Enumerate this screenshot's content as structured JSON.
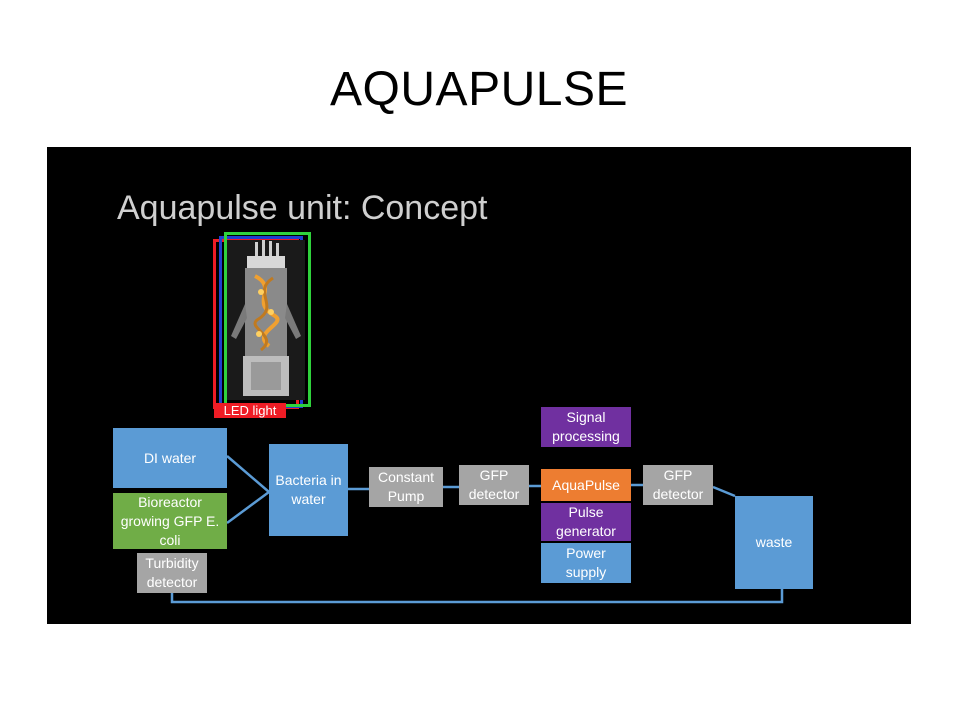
{
  "slide": {
    "title": "AQUAPULSE"
  },
  "panel": {
    "title": "Aquapulse unit: Concept",
    "led_label": "LED light"
  },
  "diagram": {
    "nodes": {
      "di_water": "DI water",
      "bioreactor": "Bioreactor growing GFP E. coli",
      "turbidity": "Turbidity detector",
      "bacteria": "Bacteria in water",
      "pump": "Constant Pump",
      "gfp1": "GFP detector",
      "signal": "Signal processing",
      "aquapulse": "AquaPulse",
      "pulse": "Pulse generator",
      "power": "Power supply",
      "gfp2": "GFP detector",
      "waste": "waste"
    }
  },
  "colors": {
    "panel_bg": "#000000",
    "blue": "#5b9bd5",
    "green": "#70ad47",
    "gray": "#a5a5a5",
    "orange": "#ed7d31",
    "purple": "#7030a0",
    "connector": "#5b9bd5",
    "led_red": "#ee1c25",
    "led_blue": "#1f3fd0",
    "led_green": "#2fd23c"
  }
}
